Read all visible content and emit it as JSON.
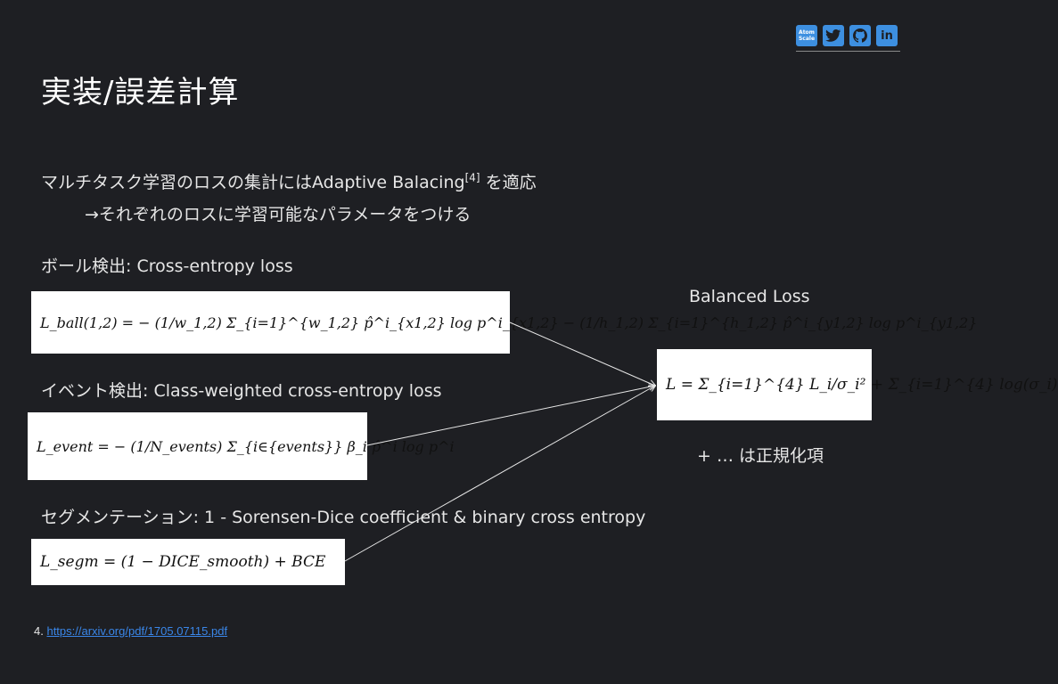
{
  "title": "実装/誤差計算",
  "social": {
    "icon1": "speaker-deck-icon",
    "icon1_text": "Atom\nScale",
    "icon2": "twitter-icon",
    "icon3": "github-icon",
    "icon4": "linkedin-icon"
  },
  "intro": {
    "line1_main": "マルチタスク学習のロスの集計にはAdaptive Balacing",
    "line1_ref": "[4]",
    "line1_tail": " を適応",
    "line2": "→それぞれのロスに学習可能なパラメータをつける"
  },
  "ball": {
    "heading": "ボール検出: Cross-entropy loss",
    "formula": "L_ball(1,2) = − (1/w_1,2) Σ_{i=1}^{w_1,2} p̂^i_{x1,2} log p^i_{x1,2} − (1/h_1,2) Σ_{i=1}^{h_1,2} p̂^i_{y1,2} log p^i_{y1,2}"
  },
  "event": {
    "heading": "イベント検出: Class-weighted cross-entropy loss",
    "formula": "L_event = − (1/N_events) Σ_{i∈{events}} β_i p̂^i log p^i"
  },
  "segm": {
    "heading": "セグメンテーション: 1 - Sorensen-Dice coefficient & binary cross entropy",
    "formula": "L_segm = (1 − DICE_smooth) + BCE"
  },
  "balanced": {
    "label": "Balanced Loss",
    "formula": "L = Σ_{i=1}^{4} L_i/σ_i² + Σ_{i=1}^{4} log(σ_i)",
    "note": "+ … は正規化項"
  },
  "reference": {
    "number": "4.",
    "url": "https://arxiv.org/pdf/1705.07115.pdf"
  },
  "colors": {
    "background": "#1e1f23",
    "text": "#e6e6e6",
    "link": "#3a86e8",
    "icon": "#3d8fe0"
  }
}
